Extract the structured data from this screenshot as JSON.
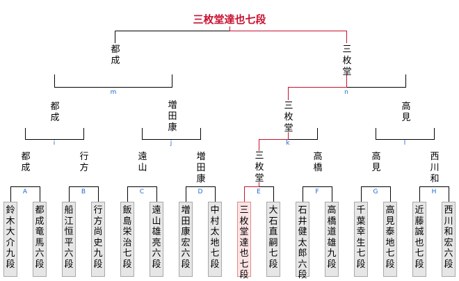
{
  "champion": "三枚堂達也七段",
  "nodes": {
    "final_left": "都成",
    "final_right": "三枚堂",
    "semi_1": "都成",
    "semi_2": "増田康",
    "semi_3": "三枚堂",
    "semi_4": "高見",
    "qf_1": "都成",
    "qf_2": "行方",
    "qf_3": "遠山",
    "qf_4": "増田康",
    "qf_5": "三枚堂",
    "qf_6": "高橋",
    "qf_7": "高見",
    "qf_8": "西川和"
  },
  "game_letters": {
    "m": "m",
    "n": "n",
    "i": "i",
    "j": "j",
    "k": "k",
    "l": "l",
    "A": "A",
    "B": "B",
    "C": "C",
    "D": "D",
    "E": "E",
    "F": "F",
    "G": "G",
    "H": "H"
  },
  "players": [
    "鈴木大介九段",
    "都成竜馬六段",
    "船江恒平六段",
    "行方尚史九段",
    "飯島栄治七段",
    "遠山雄亮六段",
    "増田康宏六段",
    "中村太地七段",
    "三枚堂達也七段",
    "大石直嗣七段",
    "石井健太郎六段",
    "高橋道雄九段",
    "千葉幸生七段",
    "高見泰地七段",
    "近藤誠也七段",
    "西川和宏六段"
  ],
  "colors": {
    "line": "#000000",
    "winner_line": "#c8102e",
    "letter": "#1a66cc",
    "champion_text": "#c8102e",
    "box_bg": "#e6e6e6",
    "champion_box_bg": "#fde4e4"
  }
}
